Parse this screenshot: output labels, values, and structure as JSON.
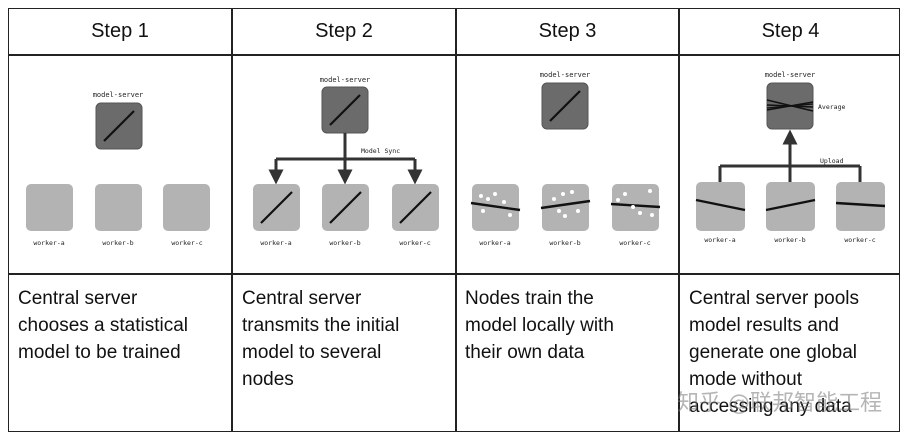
{
  "steps": [
    {
      "title": "Step 1",
      "description_lines": [
        "Central server",
        "chooses a statistical",
        "model to be trained"
      ],
      "diagram": {
        "server_label": "model-server",
        "workers": [
          "worker-a",
          "worker-b",
          "worker-c"
        ]
      }
    },
    {
      "title": "Step 2",
      "description_lines": [
        "Central server",
        "transmits the initial",
        "model to several",
        "nodes"
      ],
      "diagram": {
        "server_label": "model-server",
        "arrow_label": "Model Sync",
        "workers": [
          "worker-a",
          "worker-b",
          "worker-c"
        ]
      }
    },
    {
      "title": "Step 3",
      "description_lines": [
        "Nodes train the",
        "model locally with",
        "their own data"
      ],
      "diagram": {
        "server_label": "model-server",
        "workers": [
          "worker-a",
          "worker-b",
          "worker-c"
        ]
      }
    },
    {
      "title": "Step 4",
      "description_lines": [
        "Central server pools",
        "model results and",
        "generate one global",
        "mode without",
        "accessing any data"
      ],
      "diagram": {
        "server_label": "model-server",
        "average_label": "Average",
        "arrow_label": "Upload",
        "workers": [
          "worker-a",
          "worker-b",
          "worker-c"
        ]
      }
    }
  ],
  "watermark": "知乎 @联邦智能工程",
  "colors": {
    "server_fill": "#6b6b6b",
    "worker_fill": "#b3b3b3",
    "border": "#222222",
    "line": "#111111"
  }
}
